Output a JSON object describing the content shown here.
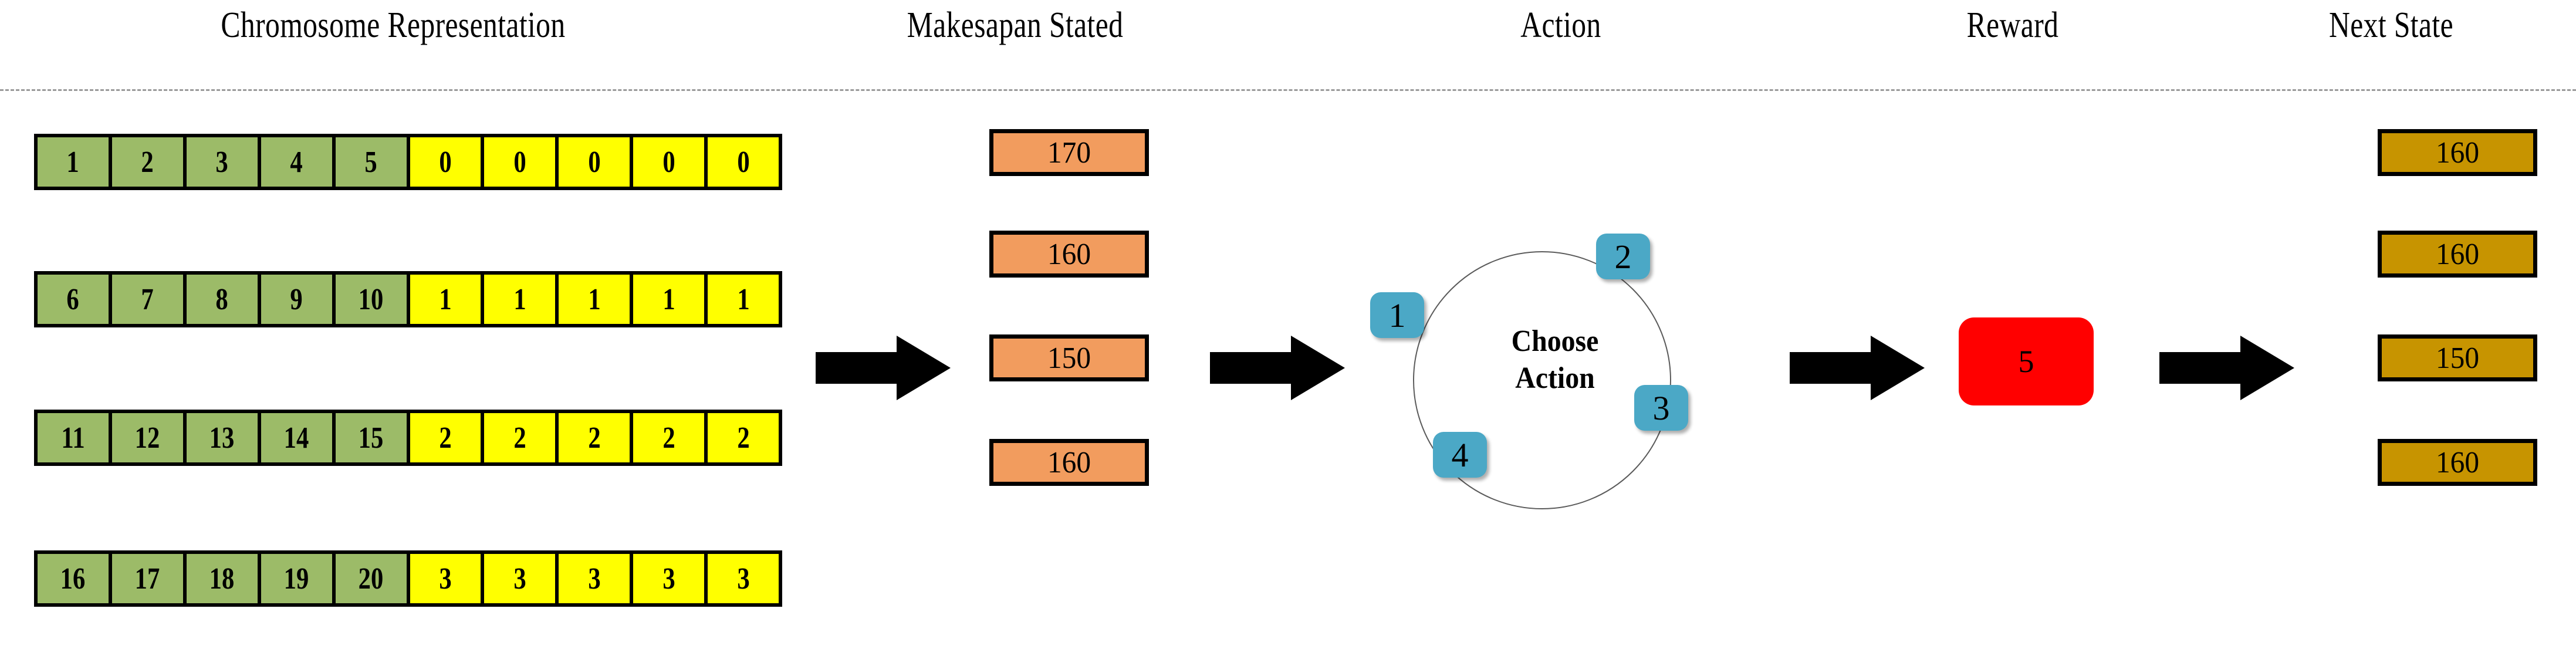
{
  "headers": [
    {
      "id": "chromosome",
      "label": "Chromosome Representation"
    },
    {
      "id": "makespan",
      "label": "Makesapan Stated"
    },
    {
      "id": "action",
      "label": "Action"
    },
    {
      "id": "reward",
      "label": "Reward"
    },
    {
      "id": "nextstate",
      "label": "Next State"
    }
  ],
  "chromosome": {
    "rows": [
      {
        "jobs": [
          "1",
          "2",
          "3",
          "4",
          "5"
        ],
        "machines": [
          "0",
          "0",
          "0",
          "0",
          "0"
        ]
      },
      {
        "jobs": [
          "6",
          "7",
          "8",
          "9",
          "10"
        ],
        "machines": [
          "1",
          "1",
          "1",
          "1",
          "1"
        ]
      },
      {
        "jobs": [
          "11",
          "12",
          "13",
          "14",
          "15"
        ],
        "machines": [
          "2",
          "2",
          "2",
          "2",
          "2"
        ]
      },
      {
        "jobs": [
          "16",
          "17",
          "18",
          "19",
          "20"
        ],
        "machines": [
          "3",
          "3",
          "3",
          "3",
          "3"
        ]
      }
    ],
    "colors": {
      "job_cell": "#9cbb68",
      "machine_cell": "#ffff00",
      "border": "#000000"
    }
  },
  "makespan": {
    "values": [
      "170",
      "160",
      "150",
      "160"
    ],
    "color": "#f29c5e"
  },
  "action": {
    "center_label_line1": "Choose",
    "center_label_line2": "Action",
    "nodes": [
      "1",
      "2",
      "3",
      "4"
    ],
    "color": "#4ba8c6"
  },
  "reward": {
    "value": "5",
    "color": "#ff0000"
  },
  "next_state": {
    "values": [
      "160",
      "160",
      "150",
      "160"
    ],
    "color": "#c79400"
  },
  "arrows": {
    "count": 4,
    "glyph_name": "right-block-arrow",
    "color": "#000000"
  },
  "chart_data": {
    "type": "table",
    "title": "Chromosome Representation → Makespan → Action → Reward → Next State",
    "columns": [
      "Chromosome Representation",
      "Makesapan Stated",
      "Action",
      "Reward",
      "Next State"
    ],
    "rows": [
      {
        "chromosome_jobs": [
          "1",
          "2",
          "3",
          "4",
          "5"
        ],
        "chromosome_machines": [
          "0",
          "0",
          "0",
          "0",
          "0"
        ],
        "makespan": 170,
        "next_state": 160
      },
      {
        "chromosome_jobs": [
          "6",
          "7",
          "8",
          "9",
          "10"
        ],
        "chromosome_machines": [
          "1",
          "1",
          "1",
          "1",
          "1"
        ],
        "makespan": 160,
        "next_state": 160
      },
      {
        "chromosome_jobs": [
          "11",
          "12",
          "13",
          "14",
          "15"
        ],
        "chromosome_machines": [
          "2",
          "2",
          "2",
          "2",
          "2"
        ],
        "makespan": 150,
        "next_state": 150
      },
      {
        "chromosome_jobs": [
          "16",
          "17",
          "18",
          "19",
          "20"
        ],
        "chromosome_machines": [
          "3",
          "3",
          "3",
          "3",
          "3"
        ],
        "makespan": 160,
        "next_state": 160
      }
    ],
    "action_options": [
      1,
      2,
      3,
      4
    ],
    "reward": 5
  }
}
